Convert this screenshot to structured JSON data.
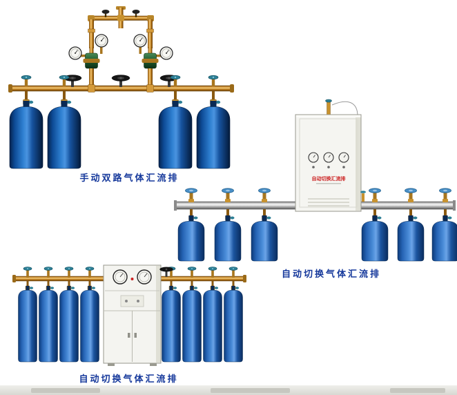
{
  "page": {
    "background": "#ffffff"
  },
  "products": [
    {
      "id": "manual-dual-manifold",
      "caption": "手动双路气体汇流排",
      "cylinder_count": 4
    },
    {
      "id": "auto-switch-manifold",
      "caption": "自动切换气体汇流排",
      "cylinder_count": 6,
      "cabinet_label": "自动切换汇流排"
    },
    {
      "id": "auto-switch-manifold-2",
      "caption": "自动切换气体汇流排",
      "cylinder_count": 8
    }
  ],
  "colors": {
    "caption_text": "#15389b",
    "brass_pipe": "#c8882a",
    "cylinder_blue_dark": "#0d4a95",
    "cylinder_blue": "#2e72c2",
    "manifold_silver": "#c9c9c9",
    "cabinet_body": "#f5f5f1",
    "valve_knob_teal": "#2d7f96",
    "handwheel_black": "#161616",
    "cabinet_label_red": "#cc2222"
  }
}
